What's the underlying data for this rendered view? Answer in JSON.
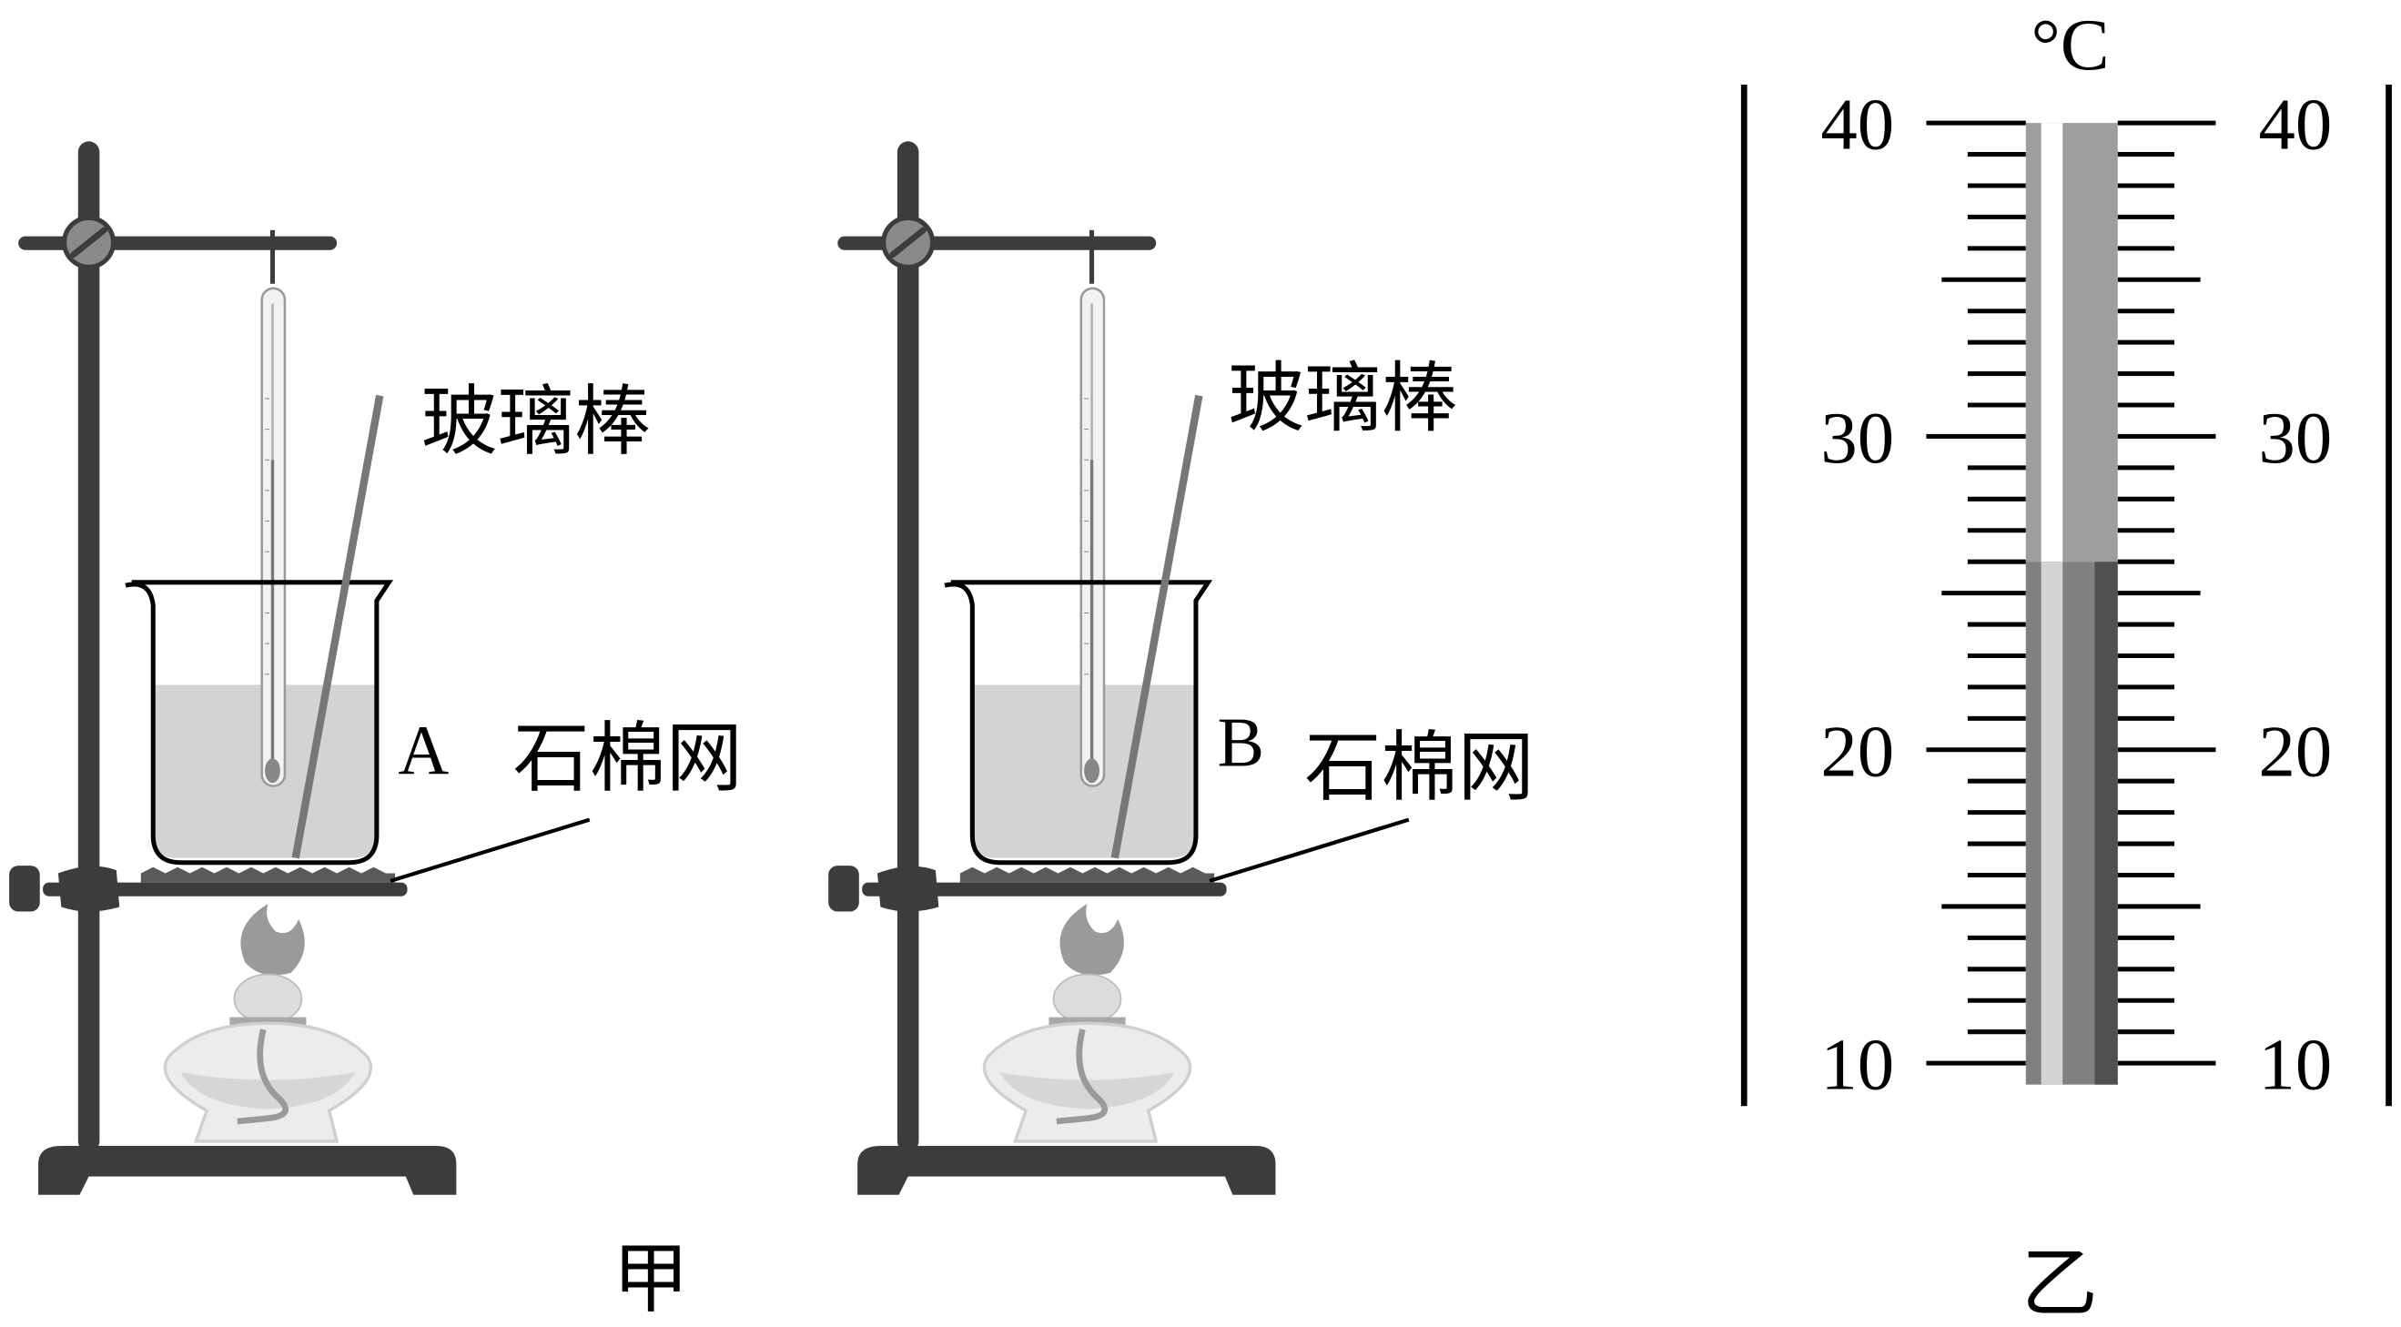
{
  "apparatus": [
    {
      "rod_label": "玻璃棒",
      "beaker_label": "A",
      "gauze_label": "石棉网"
    },
    {
      "rod_label": "玻璃棒",
      "beaker_label": "B",
      "gauze_label": "石棉网"
    }
  ],
  "figure_labels": {
    "left": "甲",
    "right": "乙"
  },
  "thermometer": {
    "unit": "°C",
    "min": 10,
    "max": 40,
    "major_step": 10,
    "minor_step": 1,
    "reading": 26,
    "tick_labels": [
      "40",
      "30",
      "20",
      "10"
    ],
    "colors": {
      "empty": "#9e9e9e",
      "liquid": "#808080",
      "liquid_dark": "#505050",
      "liquid_light": "#d4d4d4"
    }
  }
}
